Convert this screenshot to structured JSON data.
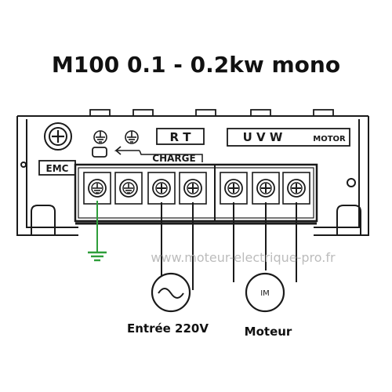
{
  "title": "M100 0.1 - 0.2kw mono",
  "labels": {
    "rt": "R T",
    "uvw": "U V W",
    "motor_tag": "MOTOR",
    "charge": "CHARGE",
    "emc": "EMC",
    "motor_symbol": "IM",
    "watermark": "www.moteur-electrique-pro.fr",
    "input_caption": "Entrée 220V",
    "motor_caption": "Moteur"
  },
  "colors": {
    "line": "#1a1a1a",
    "earth": "#2e9e3a",
    "watermark": "#b5b5b5"
  }
}
